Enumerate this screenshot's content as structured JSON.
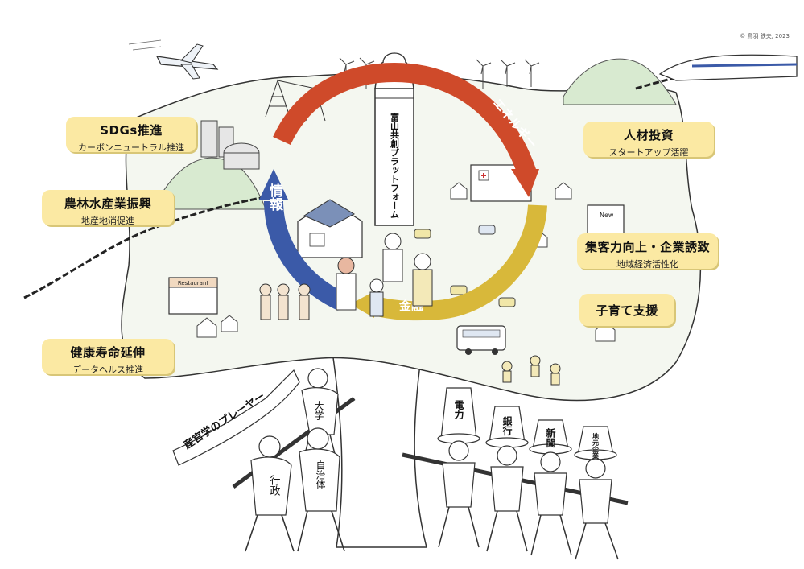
{
  "credit": "© 鳥羽 鉄夫, 2023",
  "tower": {
    "label": "富山共創プラットフォーム"
  },
  "cycle": {
    "energy": "エネルギー",
    "info": "情報",
    "finance": "金融"
  },
  "callouts": {
    "sdgs": {
      "title": "SDGs推進",
      "sub": "カーボンニュートラル推進"
    },
    "agri": {
      "title": "農林水産業振興",
      "sub": "地産地消促進"
    },
    "health": {
      "title": "健康寿命延伸",
      "sub": "データヘルス推進"
    },
    "hr": {
      "title": "人材投資",
      "sub": "スタートアップ活躍"
    },
    "attract": {
      "title": "集客力向上・企業誘致",
      "sub": "地域経済活性化"
    },
    "childcare": {
      "title": "子育て支援"
    }
  },
  "banner": "産官学のプレーヤー",
  "players": {
    "univ": "大学",
    "admin": "行政",
    "local_gov": "自治体",
    "power": "電力",
    "bank": "銀行",
    "news": "新聞",
    "local_company": "地元企業"
  },
  "signs": {
    "restaurant": "Restaurant",
    "new": "New"
  },
  "colors": {
    "energy_arrow": "#cf4a2a",
    "info_arrow": "#3b5aa8",
    "finance_arrow": "#d8b83a",
    "callout_bg": "#fbe9a3",
    "land": "#f4f7f0"
  }
}
